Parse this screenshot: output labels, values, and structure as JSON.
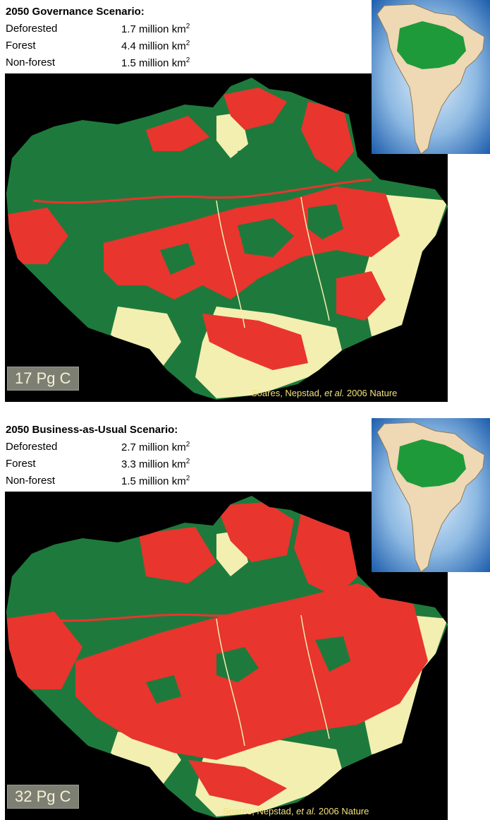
{
  "panels": [
    {
      "title": "2050 Governance Scenario:",
      "stats": [
        {
          "label": "Deforested",
          "value": "1.7 million km",
          "sup": "2"
        },
        {
          "label": "Forest",
          "value": "4.4 million km",
          "sup": "2"
        },
        {
          "label": "Non-forest",
          "value": "1.5 million km",
          "sup": "2"
        }
      ],
      "carbon": "17 Pg C",
      "credit": {
        "authors": "Soares, Nepstad, ",
        "etal": "et al.",
        "source": " 2006 Nature"
      }
    },
    {
      "title": "2050 Business-as-Usual Scenario:",
      "stats": [
        {
          "label": "Deforested",
          "value": "2.7 million km",
          "sup": "2"
        },
        {
          "label": "Forest",
          "value": "3.3 million km",
          "sup": "2"
        },
        {
          "label": "Non-forest",
          "value": "1.5 million km",
          "sup": "2"
        }
      ],
      "carbon": "32 Pg C",
      "credit": {
        "authors": "Soares, Nepstad, ",
        "etal": "et al.",
        "source": " 2006 Nature"
      }
    }
  ],
  "colors": {
    "forest": "#1e7a3c",
    "deforested": "#e8352e",
    "non_forest": "#f3efb0",
    "background": "#000000",
    "ocean": "#2b7bc4",
    "continent": "#efd8b4",
    "amazon_highlight": "#1f9a3a"
  },
  "icons": [
    "amazon-basin-map",
    "south-america-locator-map"
  ]
}
